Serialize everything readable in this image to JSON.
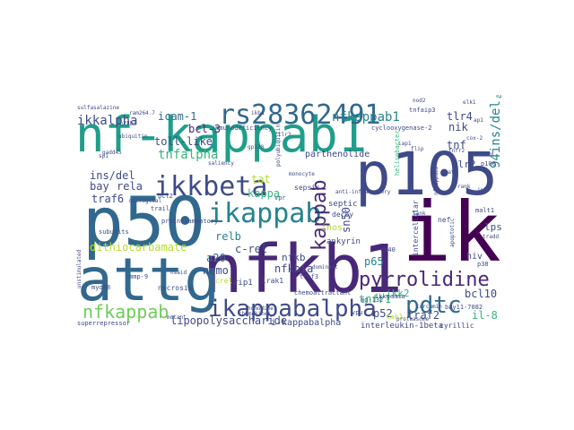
{
  "colors": {
    "background": "#ffffff",
    "teal": "#1f9e89",
    "indigo": "#3e4a89",
    "deep_purple": "#482878",
    "dark_blue": "#31688e",
    "blue": "#26828e",
    "green": "#35b779",
    "lime": "#6ece58",
    "yellow": "#b5de2b",
    "gold": "#fde725",
    "violet": "#440154"
  },
  "words": [
    {
      "text": "nf-kappab1",
      "color": "#1f9e89"
    },
    {
      "text": "p50",
      "color": "#31688e"
    },
    {
      "text": "nfkb1",
      "color": "#482878"
    },
    {
      "text": "ikk",
      "color": "#440154"
    },
    {
      "text": "attg",
      "color": "#31688e"
    },
    {
      "text": "p105",
      "color": "#3e4a89"
    },
    {
      "text": "rs28362491",
      "color": "#31688e"
    },
    {
      "text": "ikkbeta",
      "color": "#3e4a89"
    },
    {
      "text": "ikappab",
      "color": "#26828e"
    },
    {
      "text": "ikappabalpha",
      "color": "#3e4a89"
    },
    {
      "text": "pdtc",
      "color": "#31688e"
    },
    {
      "text": "pyrrolidine",
      "color": "#482878"
    },
    {
      "text": "nfkappab",
      "color": "#6ece58"
    },
    {
      "text": "kappab",
      "color": "#482878"
    },
    {
      "text": "tnfalpha",
      "color": "#35b779"
    },
    {
      "text": "nfkappab1",
      "color": "#26828e"
    },
    {
      "text": "ikkalpha",
      "color": "#3e4a89"
    },
    {
      "text": "icam-1",
      "color": "#31688e"
    },
    {
      "text": "bcl-3",
      "color": "#482878"
    },
    {
      "text": "toll-like",
      "color": "#3e4a89"
    },
    {
      "text": "dithiocarbamate",
      "color": "#b5de2b"
    },
    {
      "text": "94ins/del",
      "color": "#26828e"
    },
    {
      "text": "attg",
      "color": "#26828e"
    },
    {
      "text": "ins/del",
      "color": "#3e4a89"
    },
    {
      "text": "traf6",
      "color": "#3e4a89"
    },
    {
      "text": "bay",
      "color": "#3e4a89"
    },
    {
      "text": "rela",
      "color": "#3e4a89"
    },
    {
      "text": "relb",
      "color": "#26828e"
    },
    {
      "text": "c-rel",
      "color": "#3e4a89"
    },
    {
      "text": "kappa",
      "color": "#35b779"
    },
    {
      "text": "tat",
      "color": "#b5de2b"
    },
    {
      "text": "nemo",
      "color": "#3e4a89"
    },
    {
      "text": "a20",
      "color": "#31688e"
    },
    {
      "text": "nfkb",
      "color": "#3e4a89"
    },
    {
      "text": "nfkbia",
      "color": "#3e4a89"
    },
    {
      "text": "sn50",
      "color": "#3e4a89"
    },
    {
      "text": "inos",
      "color": "#b5de2b"
    },
    {
      "text": "tnfr1",
      "color": "#35b779"
    },
    {
      "text": "p52",
      "color": "#3e4a89"
    },
    {
      "text": "ikk2",
      "color": "#35b779"
    },
    {
      "text": "traf2",
      "color": "#3e4a89"
    },
    {
      "text": "bcl10",
      "color": "#3e4a89"
    },
    {
      "text": "il-8",
      "color": "#35b779"
    },
    {
      "text": "tlr4",
      "color": "#3e4a89"
    },
    {
      "text": "nik",
      "color": "#3e4a89"
    },
    {
      "text": "tnf",
      "color": "#3e4a89"
    },
    {
      "text": "tlr2",
      "color": "#3e4a89"
    },
    {
      "text": "lps",
      "color": "#3e4a89"
    },
    {
      "text": "hiv",
      "color": "#3e4a89"
    },
    {
      "text": "p65",
      "color": "#26828e"
    },
    {
      "text": "lipopolysaccharide",
      "color": "#3e4a89"
    },
    {
      "text": "i-kappabalpha",
      "color": "#3e4a89"
    },
    {
      "text": "interleukin-1beta",
      "color": "#3e4a89"
    },
    {
      "text": "cyrillic",
      "color": "#3e4a89"
    },
    {
      "text": "parthenolide",
      "color": "#3e4a89"
    },
    {
      "text": "ankyrin",
      "color": "#3e4a89"
    },
    {
      "text": "sepsis",
      "color": "#3e4a89"
    },
    {
      "text": "septic",
      "color": "#3e4a89"
    },
    {
      "text": "decoy",
      "color": "#3e4a89"
    },
    {
      "text": "irak1",
      "color": "#3e4a89"
    },
    {
      "text": "rip1",
      "color": "#3e4a89"
    },
    {
      "text": "traf3",
      "color": "#3e4a89"
    },
    {
      "text": "tak1",
      "color": "#b5de2b"
    },
    {
      "text": "crel",
      "color": "#b5de2b"
    },
    {
      "text": "myd88",
      "color": "#3e4a89"
    },
    {
      "text": "necrosis",
      "color": "#3e4a89"
    },
    {
      "text": "superrepressor",
      "color": "#3e4a89"
    },
    {
      "text": "ikkgamma",
      "color": "#3e4a89"
    },
    {
      "text": "bay11-7082",
      "color": "#3e4a89"
    },
    {
      "text": "cyclooxygenase-2",
      "color": "#3e4a89"
    },
    {
      "text": "immunodeficiency",
      "color": "#3e4a89"
    },
    {
      "text": "proinflammatory",
      "color": "#3e4a89"
    },
    {
      "text": "chemoattractant",
      "color": "#3e4a89"
    },
    {
      "text": "ram264.7",
      "color": "#3e4a89"
    },
    {
      "text": "sulfasalazine",
      "color": "#3e4a89"
    },
    {
      "text": "gp120",
      "color": "#3e4a89"
    },
    {
      "text": "nfkappab2",
      "color": "#3e4a89"
    },
    {
      "text": "intercellular",
      "color": "#3e4a89"
    },
    {
      "text": "helicobacter",
      "color": "#35b779"
    },
    {
      "text": "iap1",
      "color": "#3e4a89"
    },
    {
      "text": "nef",
      "color": "#3e4a89"
    },
    {
      "text": "cd40",
      "color": "#3e4a89"
    },
    {
      "text": "unstimulated",
      "color": "#3e4a89"
    },
    {
      "text": "vpu",
      "color": "#3e4a89"
    },
    {
      "text": "mg-132",
      "color": "#3e4a89"
    },
    {
      "text": "p100",
      "color": "#3e4a89"
    },
    {
      "text": "bcl2",
      "color": "#3e4a89"
    },
    {
      "text": "nfkb2",
      "color": "#3e4a89"
    },
    {
      "text": "sp1",
      "color": "#3e4a89"
    },
    {
      "text": "mmp-9",
      "color": "#3e4a89"
    },
    {
      "text": "tnfr2",
      "color": "#3e4a89"
    },
    {
      "text": "tradd",
      "color": "#3e4a89"
    },
    {
      "text": "p38",
      "color": "#3e4a89"
    },
    {
      "text": "ap1",
      "color": "#3e4a89"
    },
    {
      "text": "malt1",
      "color": "#3e4a89"
    },
    {
      "text": "elk1",
      "color": "#3e4a89"
    },
    {
      "text": "card",
      "color": "#3e4a89"
    },
    {
      "text": "tlr3",
      "color": "#3e4a89"
    },
    {
      "text": "trail",
      "color": "#3e4a89"
    },
    {
      "text": "curcumin",
      "color": "#3e4a89"
    },
    {
      "text": "subunits",
      "color": "#3e4a89"
    },
    {
      "text": "microglial",
      "color": "#3e4a89"
    },
    {
      "text": "nod2",
      "color": "#3e4a89"
    },
    {
      "text": "ikba",
      "color": "#3e4a89"
    },
    {
      "text": "nsaid",
      "color": "#3e4a89"
    },
    {
      "text": "gadd45",
      "color": "#3e4a89"
    },
    {
      "text": "monocyte",
      "color": "#3e4a89"
    },
    {
      "text": "vpr",
      "color": "#3e4a89"
    },
    {
      "text": "tnfaip3",
      "color": "#3e4a89"
    },
    {
      "text": "polyubiquitin",
      "color": "#3e4a89"
    },
    {
      "text": "ubiquitin",
      "color": "#3e4a89"
    },
    {
      "text": "apoptotic",
      "color": "#3e4a89"
    },
    {
      "text": "tank",
      "color": "#3e4a89"
    },
    {
      "text": "flip",
      "color": "#3e4a89"
    },
    {
      "text": "stat3",
      "color": "#3e4a89"
    },
    {
      "text": "cox-2",
      "color": "#3e4a89"
    },
    {
      "text": "jnk",
      "color": "#3e4a89"
    },
    {
      "text": "rank",
      "color": "#3e4a89"
    },
    {
      "text": "anti-inflammatory",
      "color": "#3e4a89"
    },
    {
      "text": "proteasome",
      "color": "#3e4a89"
    },
    {
      "text": "dominant",
      "color": "#3e4a89"
    },
    {
      "text": "mutant",
      "color": "#3e4a89"
    },
    {
      "text": "chemokines",
      "color": "#3e4a89"
    },
    {
      "text": "homodimer",
      "color": "#3e4a89"
    },
    {
      "text": "saliency",
      "color": "#3e4a89"
    }
  ]
}
